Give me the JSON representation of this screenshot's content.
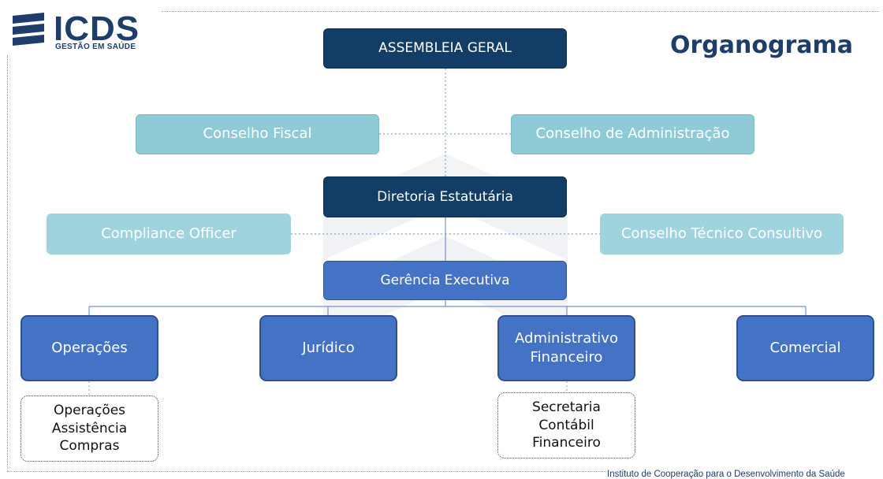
{
  "header": {
    "logo_text": "ICDS",
    "logo_tagline": "GESTÃO EM SAÚDE",
    "title": "Organograma"
  },
  "org": {
    "assembleia": "ASSEMBLEIA GERAL",
    "conselho_fiscal": "Conselho Fiscal",
    "conselho_admin": "Conselho de Administração",
    "diretoria": "Diretoria Estatutária",
    "compliance": "Compliance Officer",
    "conselho_tecnico": "Conselho Técnico Consultivo",
    "gerencia": "Gerência Executiva",
    "departments": {
      "operacoes": "Operações",
      "juridico": "Jurídico",
      "administrativo_l1": "Administrativo",
      "administrativo_l2": "Financeiro",
      "comercial": "Comercial"
    },
    "operacoes_sub": [
      "Operações",
      "Assistência",
      "Compras"
    ],
    "administrativo_sub": [
      "Secretaria",
      "Contábil",
      "Financeiro"
    ]
  },
  "footer": {
    "text": "Instituto de Cooperação para o Desenvolvimento da Saúde"
  },
  "colors": {
    "navy": "#123d66",
    "light_teal": "#8ecbd6",
    "blue": "#4472c4",
    "title_blue": "#1e3d6b"
  }
}
